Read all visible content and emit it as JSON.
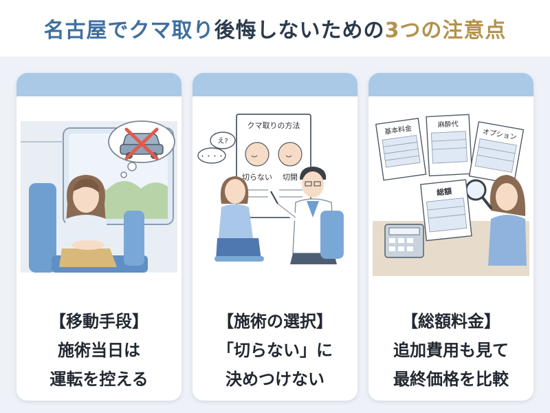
{
  "title": {
    "part1": "名古屋でクマ取り",
    "part2": "後悔しないための",
    "part3": "3つの注意点"
  },
  "cards": [
    {
      "heading": "【移動手段】",
      "line1": "施術当日は",
      "line2": "運転を控える"
    },
    {
      "heading": "【施術の選択】",
      "line1": "「切らない」に",
      "line2": "決めつけない",
      "bubble_question": "え?",
      "bubble_dots": "・・・・",
      "board_title": "クマ取りの方法",
      "board_label_left": "切らない",
      "board_label_right": "切開"
    },
    {
      "heading": "【総額料金】",
      "line1": "追加費用も見て",
      "line2": "最終価格を比較",
      "doc1": "基本料金",
      "doc2": "麻酔代",
      "doc3": "オプション",
      "doc4": "総額"
    }
  ],
  "colors": {
    "accent_blue": "#3f6f9f",
    "accent_gold": "#b3934c",
    "card_band": "#aac9e6",
    "background": "#eef1f7"
  }
}
